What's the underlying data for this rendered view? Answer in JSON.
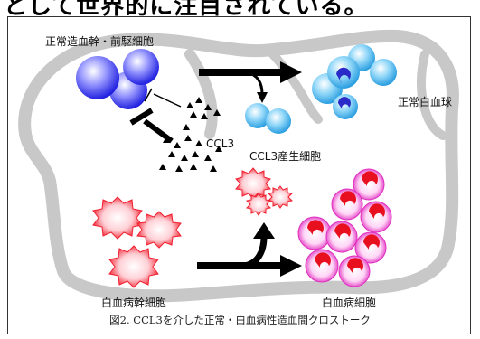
{
  "header_text": "として世界的に注目されている。",
  "labels": {
    "normal_stem": "正常造血幹・前駆細胞",
    "normal_wbc": "正常白血球",
    "ccl3": "CCL3",
    "ccl3_producing": "CCL3産生細胞",
    "leukemia_stem": "白血病幹細胞",
    "leukemia_cell": "白血病細胞"
  },
  "caption": "図2. CCL3を介した正常・白血病性造血間クロストーク",
  "colors": {
    "bone": "#c8c8c8",
    "normal_stem": "#3a3af0",
    "wbc": "#3aaee8",
    "wbc_nucleus": "#2a2ac8",
    "ccl3_cell": "#7cc4ee",
    "leukemia_stem": "#f03040",
    "ccl3_producing": "#f04050",
    "leukemia_cell": "#e040c0",
    "leukemia_nucleus": "#e8101e",
    "arrow": "#000000"
  }
}
